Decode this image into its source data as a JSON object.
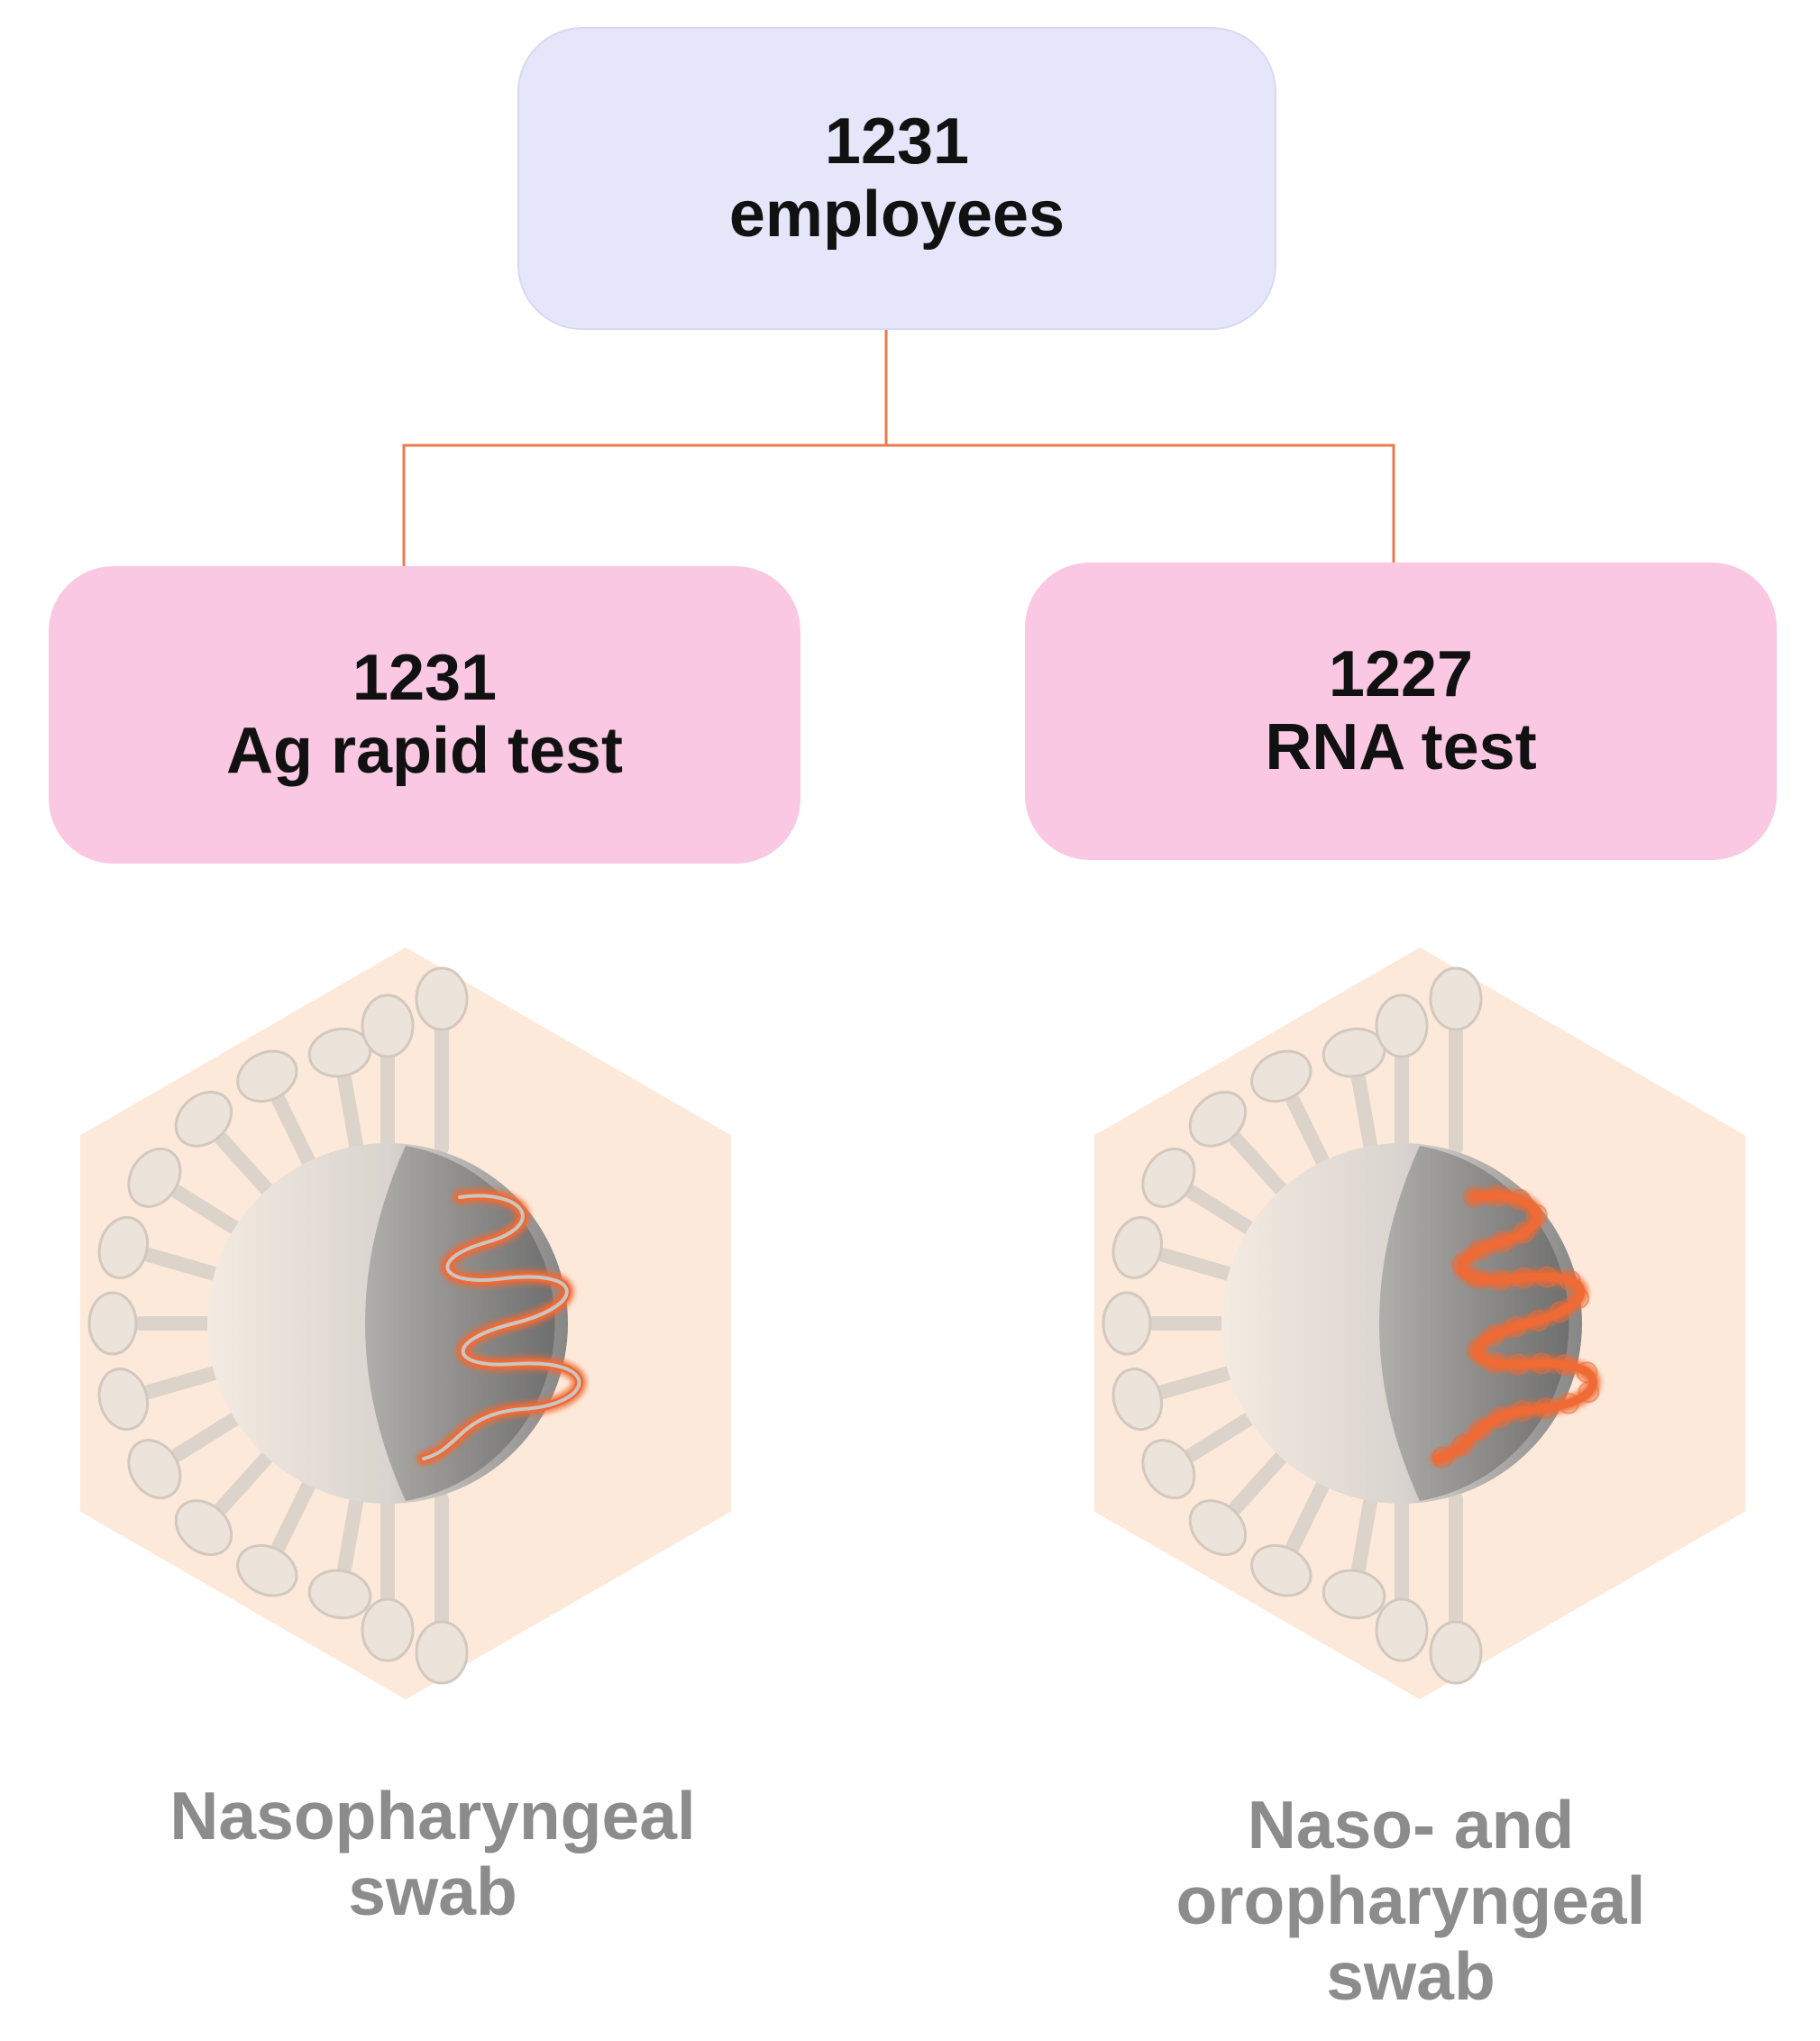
{
  "colors": {
    "root_box_fill": "#e6e6fb",
    "test_box_fill": "#fac8e2",
    "connector": "#ec7a4e",
    "hexagon_fill": "#fde9da",
    "virus_spike": "#ece3da",
    "virus_shaded": "#8f8f8f",
    "rna_strand": "#ef6a35",
    "caption_text": "#8c8c8c"
  },
  "root": {
    "count": "1231",
    "label": "employees"
  },
  "branches": [
    {
      "count": "1231",
      "label": "Ag rapid test",
      "icon": "virus-antigen-icon",
      "caption": [
        "Nasopharyngeal",
        "swab"
      ]
    },
    {
      "count": "1227",
      "label": "RNA test",
      "icon": "virus-rna-icon",
      "caption": [
        "Naso- and",
        "oropharyngeal",
        "swab"
      ]
    }
  ]
}
